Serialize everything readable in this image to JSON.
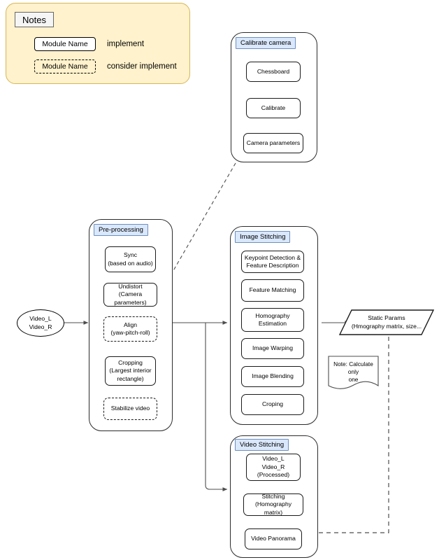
{
  "notes": {
    "title": "Notes",
    "legend": [
      {
        "chip": "Module Name",
        "style": "solid",
        "meaning": "implement"
      },
      {
        "chip": "Module Name",
        "style": "dashed",
        "meaning": "consider implement"
      }
    ]
  },
  "colors": {
    "notes_bg": "#fff2cc",
    "notes_border": "#d6b656",
    "group_label_bg": "#dae8fc",
    "group_label_border": "#6c8ebf",
    "node_border": "#1a1a1a",
    "edge": "#4d4d4d",
    "canvas_bg": "#ffffff"
  },
  "input": {
    "label": "Video_L\nVideo_R"
  },
  "groups": [
    {
      "id": "calibrate-camera",
      "label": "Calibrate camera",
      "nodes": [
        {
          "id": "chessboard",
          "label": "Chessboard",
          "style": "solid"
        },
        {
          "id": "calibrate",
          "label": "Calibrate",
          "style": "solid"
        },
        {
          "id": "camera-parameters",
          "label": "Camera parameters",
          "style": "solid"
        }
      ]
    },
    {
      "id": "pre-processing",
      "label": "Pre-processing",
      "nodes": [
        {
          "id": "sync",
          "label": "Sync\n(based on audio)",
          "style": "solid"
        },
        {
          "id": "undistort",
          "label": "Undistort\n(Camera parameters)",
          "style": "solid"
        },
        {
          "id": "align",
          "label": "Align\n(yaw-pitch-roll)",
          "style": "dashed"
        },
        {
          "id": "cropping",
          "label": "Cropping\n(Largest interior\nrectangle)",
          "style": "solid"
        },
        {
          "id": "stabilize-video",
          "label": "Stabilize video",
          "style": "dashed"
        }
      ]
    },
    {
      "id": "image-stitching",
      "label": "Image Stitching",
      "nodes": [
        {
          "id": "keypoint-detection",
          "label": "Keypoint Detection &\nFeature Description",
          "style": "solid"
        },
        {
          "id": "feature-matching",
          "label": "Feature Matching",
          "style": "solid"
        },
        {
          "id": "homography-estimation",
          "label": "Homography\nEstimation",
          "style": "solid"
        },
        {
          "id": "image-warping",
          "label": "Image Warping",
          "style": "solid"
        },
        {
          "id": "image-blending",
          "label": "Image Blending",
          "style": "solid"
        },
        {
          "id": "croping",
          "label": "Croping",
          "style": "solid"
        }
      ]
    },
    {
      "id": "video-stitching",
      "label": "Video Stitching",
      "nodes": [
        {
          "id": "video-processed",
          "label": "Video_L\nVideo_R\n(Processed)",
          "style": "solid"
        },
        {
          "id": "stitching",
          "label": "Stitching\n(Homography matrix)",
          "style": "solid"
        },
        {
          "id": "video-panorama",
          "label": "Video Panorama",
          "style": "solid"
        }
      ]
    }
  ],
  "static_params": {
    "label": "Static Params\n(Hmography matrix, size..."
  },
  "note": {
    "label": "Note: Calculate only\none"
  }
}
